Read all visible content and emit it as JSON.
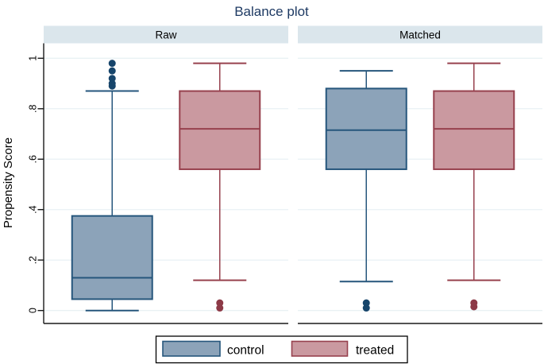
{
  "chart_data": {
    "type": "boxplot",
    "title": "Balance plot",
    "ylabel": "Propensity Score",
    "ylim": [
      -0.05,
      1.06
    ],
    "grid": true,
    "yticks": [
      0,
      0.2,
      0.4,
      0.6,
      0.8,
      1
    ],
    "ytick_labels": [
      "0",
      ".2",
      ".4",
      ".6",
      ".8",
      "1"
    ],
    "panels": [
      {
        "label": "Raw",
        "boxes": [
          {
            "group": "control",
            "q1": 0.045,
            "median": 0.13,
            "q3": 0.375,
            "whisker_low": 0.0,
            "whisker_high": 0.87,
            "outliers": [
              0.89,
              0.9,
              0.92,
              0.95,
              0.98
            ]
          },
          {
            "group": "treated",
            "q1": 0.56,
            "median": 0.72,
            "q3": 0.87,
            "whisker_low": 0.12,
            "whisker_high": 0.98,
            "outliers": [
              0.01,
              0.03
            ]
          }
        ]
      },
      {
        "label": "Matched",
        "boxes": [
          {
            "group": "control",
            "q1": 0.56,
            "median": 0.715,
            "q3": 0.88,
            "whisker_low": 0.115,
            "whisker_high": 0.95,
            "outliers": [
              0.01,
              0.03
            ]
          },
          {
            "group": "treated",
            "q1": 0.56,
            "median": 0.72,
            "q3": 0.87,
            "whisker_low": 0.12,
            "whisker_high": 0.98,
            "outliers": [
              0.015,
              0.03
            ]
          }
        ]
      }
    ],
    "legend": [
      {
        "label": "control",
        "color": "#8ca3b9",
        "border": "#26567c",
        "dot": "#17456b"
      },
      {
        "label": "treated",
        "color": "#ca99a0",
        "border": "#97414e",
        "dot": "#8d3a47"
      }
    ]
  }
}
